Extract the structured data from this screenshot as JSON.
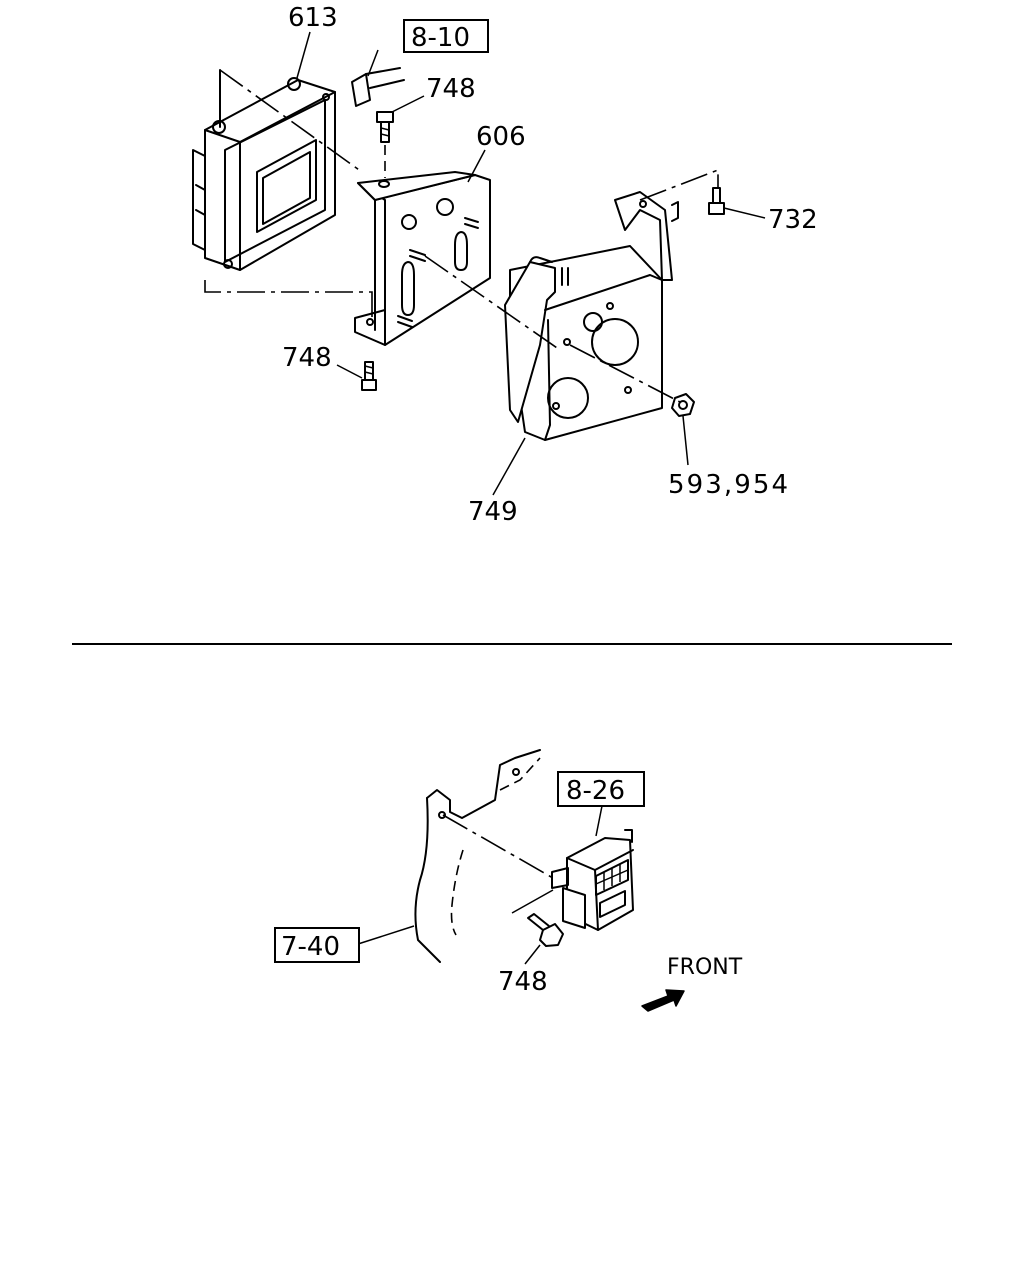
{
  "top_diagram": {
    "labels": {
      "ecm_nut": "613",
      "ref_8_10": "8-10",
      "bolt_top": "748",
      "bracket": "606",
      "bolt_right": "732",
      "bolt_left": "748",
      "nuts": "593,954",
      "plate": "749"
    }
  },
  "bottom_diagram": {
    "labels": {
      "ref_8_26": "8-26",
      "ref_7_40": "7-40",
      "bolt": "748",
      "front": "FRONT"
    }
  }
}
